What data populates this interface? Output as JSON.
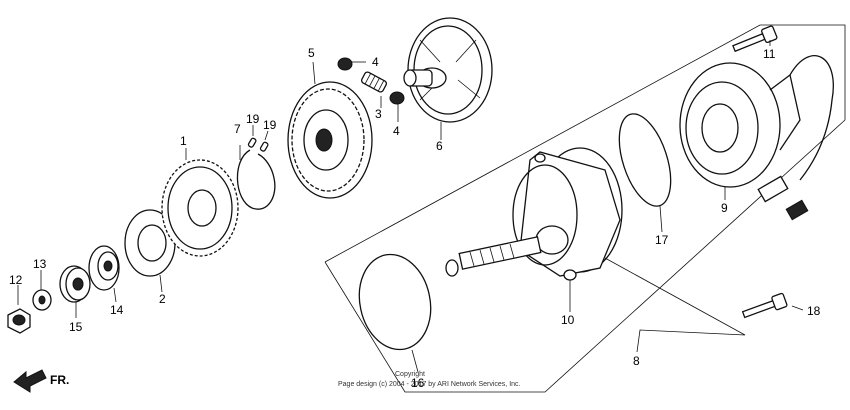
{
  "labels": {
    "p1": "1",
    "p2": "2",
    "p3": "3",
    "p4a": "4",
    "p4b": "4",
    "p5": "5",
    "p6": "6",
    "p7": "7",
    "p8": "8",
    "p9": "9",
    "p10": "10",
    "p11": "11",
    "p12": "12",
    "p13": "13",
    "p14": "14",
    "p15": "15",
    "p16": "16",
    "p17": "17",
    "p18": "18",
    "p19a": "19",
    "p19b": "19"
  },
  "direction": {
    "text": "FR."
  },
  "copyright": {
    "line1": "Copyright",
    "line2": "Page design (c) 2004 - 2017 by ARI Network Services, Inc."
  }
}
